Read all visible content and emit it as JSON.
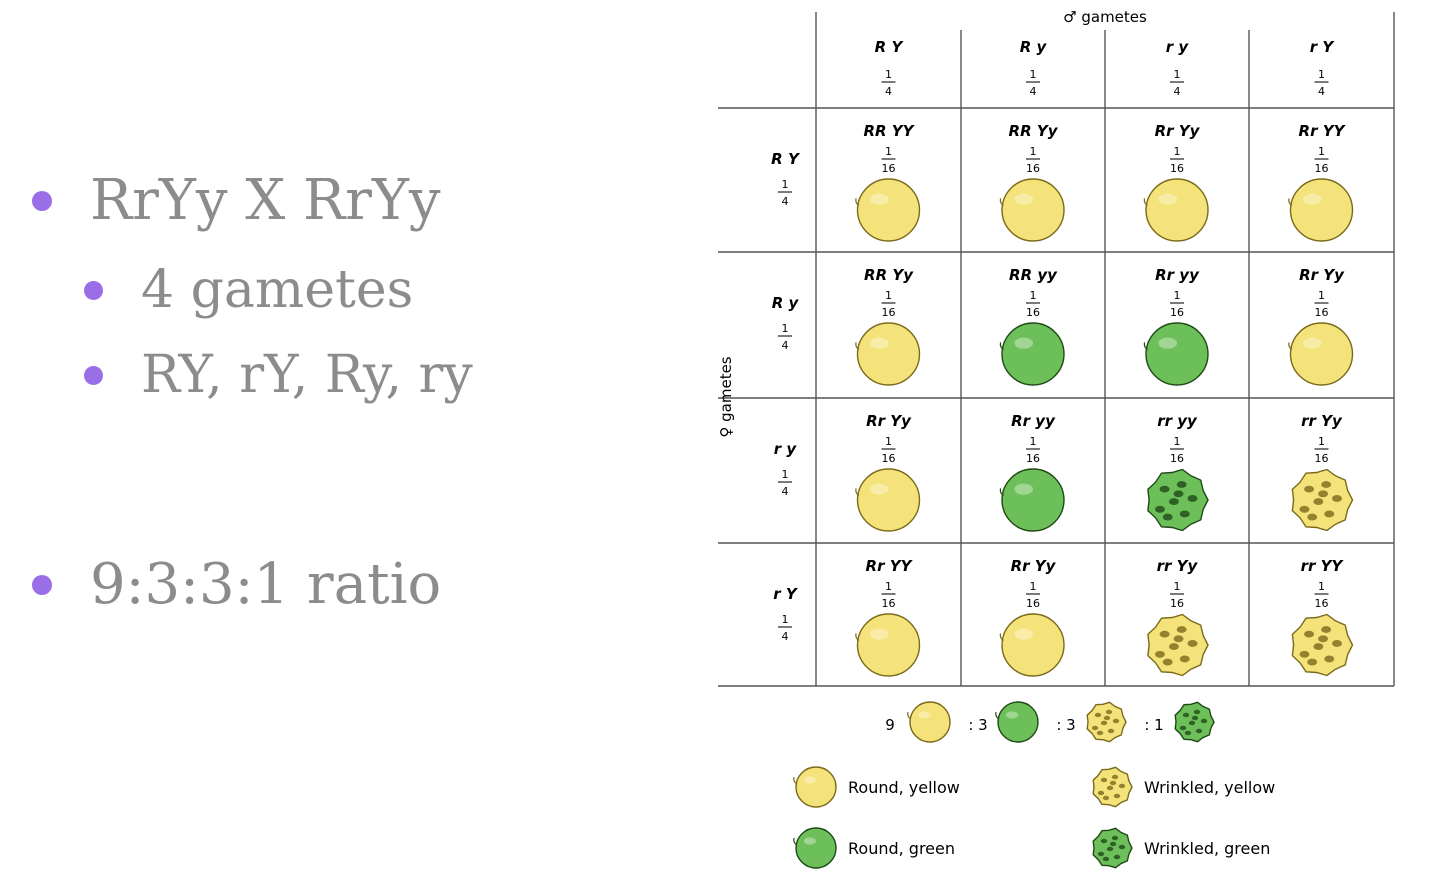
{
  "bullets": {
    "main": "RrYy X RrYy",
    "sub1": "4 gametes",
    "sub2": "RY, rY, Ry, ry",
    "ratio": "9:3:3:1 ratio"
  },
  "punnett": {
    "male_label": "♂ gametes",
    "female_label": "♀ gametes",
    "gamete_fraction": {
      "num": "1",
      "den": "4"
    },
    "cell_fraction": {
      "num": "1",
      "den": "16"
    },
    "columns": [
      "R Y",
      "R y",
      "r y",
      "r Y"
    ],
    "rows": [
      {
        "gamete": "R Y",
        "cells": [
          {
            "genotype": "RR YY",
            "phenotype": "round-yellow"
          },
          {
            "genotype": "RR Yy",
            "phenotype": "round-yellow"
          },
          {
            "genotype": "Rr Yy",
            "phenotype": "round-yellow"
          },
          {
            "genotype": "Rr YY",
            "phenotype": "round-yellow"
          }
        ]
      },
      {
        "gamete": "R y",
        "cells": [
          {
            "genotype": "RR Yy",
            "phenotype": "round-yellow"
          },
          {
            "genotype": "RR yy",
            "phenotype": "round-green"
          },
          {
            "genotype": "Rr yy",
            "phenotype": "round-green"
          },
          {
            "genotype": "Rr Yy",
            "phenotype": "round-yellow"
          }
        ]
      },
      {
        "gamete": "r y",
        "cells": [
          {
            "genotype": "Rr Yy",
            "phenotype": "round-yellow"
          },
          {
            "genotype": "Rr yy",
            "phenotype": "round-green"
          },
          {
            "genotype": "rr yy",
            "phenotype": "wrinkled-green"
          },
          {
            "genotype": "rr Yy",
            "phenotype": "wrinkled-yellow"
          }
        ]
      },
      {
        "gamete": "r Y",
        "cells": [
          {
            "genotype": "Rr YY",
            "phenotype": "round-yellow"
          },
          {
            "genotype": "Rr Yy",
            "phenotype": "round-yellow"
          },
          {
            "genotype": "rr Yy",
            "phenotype": "wrinkled-yellow"
          },
          {
            "genotype": "rr YY",
            "phenotype": "wrinkled-yellow"
          }
        ]
      }
    ],
    "ratio": [
      {
        "count": "9",
        "sep": "",
        "phenotype": "round-yellow"
      },
      {
        "count": "3",
        "sep": ":",
        "phenotype": "round-green"
      },
      {
        "count": "3",
        "sep": ":",
        "phenotype": "wrinkled-yellow"
      },
      {
        "count": "1",
        "sep": ":",
        "phenotype": "wrinkled-green"
      }
    ],
    "legend": [
      {
        "label": "Round, yellow",
        "phenotype": "round-yellow"
      },
      {
        "label": "Wrinkled, yellow",
        "phenotype": "wrinkled-yellow"
      },
      {
        "label": "Round, green",
        "phenotype": "round-green"
      },
      {
        "label": "Wrinkled, green",
        "phenotype": "wrinkled-green"
      }
    ]
  },
  "colors": {
    "bullet": "#9a6ee6",
    "text": "#8c8c8c",
    "pea_yellow": "#f4e27a",
    "pea_green": "#6dbf5a",
    "grid": "#555555"
  }
}
